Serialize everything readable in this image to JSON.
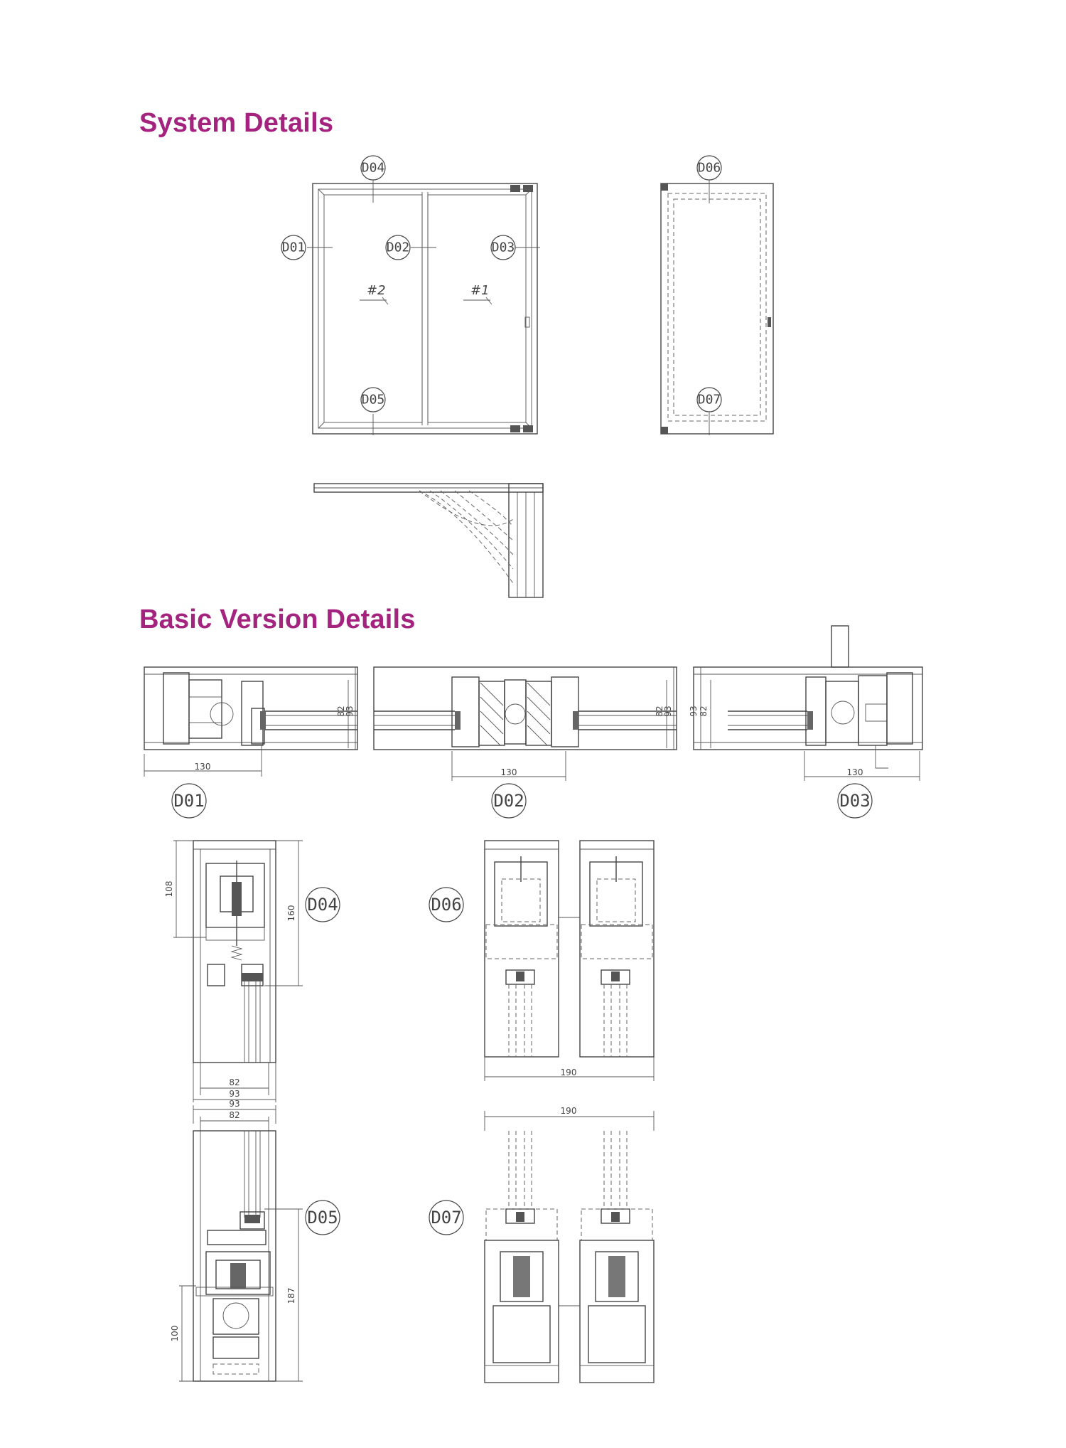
{
  "headings": {
    "system": "System Details",
    "basic": "Basic Version Details"
  },
  "elevation": {
    "callouts": [
      "D04",
      "D01",
      "D02",
      "D03",
      "D05"
    ],
    "sash_labels": [
      "#2",
      "#1"
    ]
  },
  "side_section": {
    "callouts": [
      "D06",
      "D07"
    ]
  },
  "details": {
    "d01": {
      "tag": "D01",
      "dims": [
        "130",
        "82",
        "93"
      ]
    },
    "d02": {
      "tag": "D02",
      "dims": [
        "130",
        "82",
        "93"
      ]
    },
    "d03": {
      "tag": "D03",
      "dims": [
        "130",
        "93",
        "82"
      ]
    },
    "d04": {
      "tag": "D04",
      "dims": [
        "108",
        "160",
        "82",
        "93"
      ]
    },
    "d06": {
      "tag": "D06",
      "dims": [
        "190"
      ]
    },
    "d05": {
      "tag": "D05",
      "dims": [
        "93",
        "82",
        "100",
        "187"
      ]
    },
    "d07": {
      "tag": "D07",
      "dims": [
        "190"
      ]
    }
  },
  "colors": {
    "heading": "#a4237f",
    "line": "#444444"
  }
}
